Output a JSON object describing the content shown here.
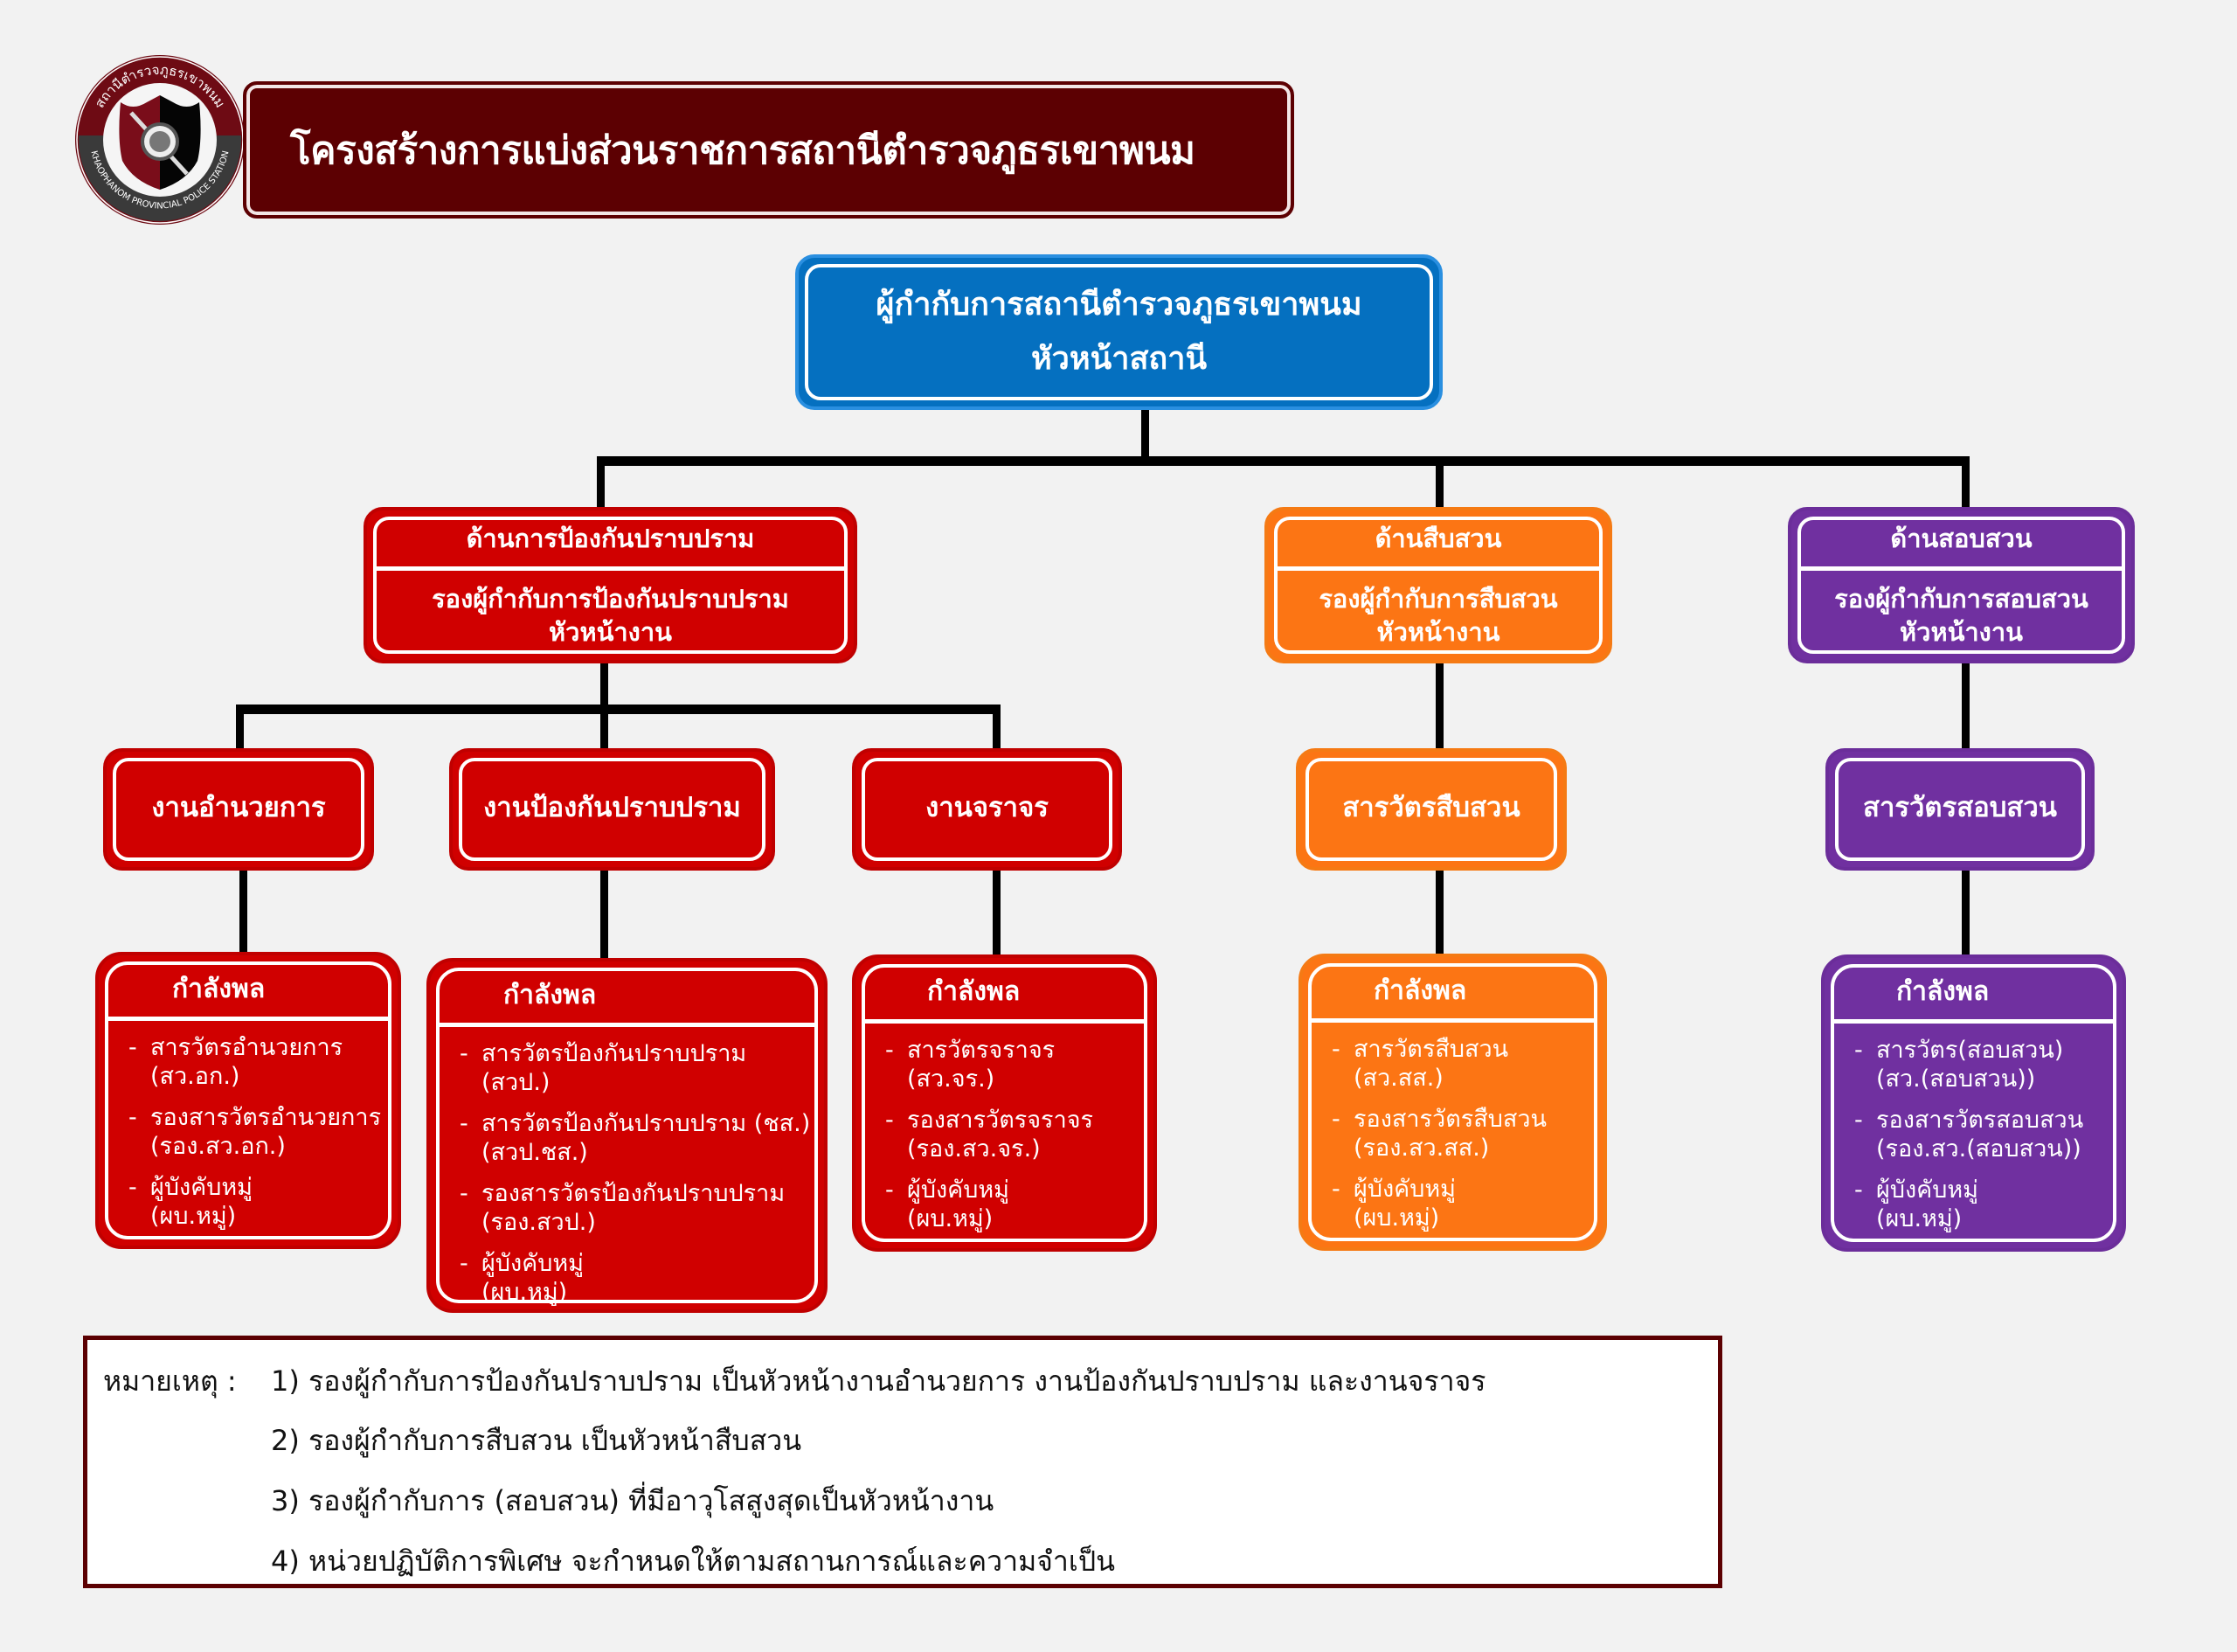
{
  "header": {
    "title": "โครงสร้างการแบ่งส่วนราชการสถานีตำรวจภูธรเขาพนม",
    "logo": {
      "icon": "police-station-emblem",
      "text_thai": "สถานีตำรวจภูธรเขาพนม",
      "text_english": "KHAOPHANOM PROVINCIAL POLICE STATION"
    }
  },
  "chief": {
    "line1": "ผู้กำกับการสถานีตำรวจภูธรเขาพนม",
    "line2": "หัวหน้าสถานี",
    "color": "#0570c0"
  },
  "departments": [
    {
      "name": "ด้านการป้องกันปราบปราม",
      "deputy": "รองผู้กำกับการป้องกันปราบปราม",
      "role": "หัวหน้างาน",
      "color": "#d00000",
      "units": [
        {
          "name": "งานอำนวยการ",
          "force_title": "กำลังพล",
          "personnel": [
            {
              "title": "สารวัตรอำนวยการ",
              "abbr": "(สว.อก.)"
            },
            {
              "title": "รองสารวัตรอำนวยการ",
              "abbr": "(รอง.สว.อก.)"
            },
            {
              "title": "ผู้บังคับหมู่",
              "abbr": "(ผบ.หมู่)"
            }
          ]
        },
        {
          "name": "งานป้องกันปราบปราม",
          "force_title": "กำลังพล",
          "personnel": [
            {
              "title": "สารวัตรป้องกันปราบปราม",
              "abbr": "(สวป.)"
            },
            {
              "title": "สารวัตรป้องกันปราบปราม (ชส.)",
              "abbr": "(สวป.ชส.)"
            },
            {
              "title": "รองสารวัตรป้องกันปราบปราม",
              "abbr": "(รอง.สวป.)"
            },
            {
              "title": "ผู้บังคับหมู่",
              "abbr": "(ผบ.หมู่)"
            }
          ]
        },
        {
          "name": "งานจราจร",
          "force_title": "กำลังพล",
          "personnel": [
            {
              "title": "สารวัตรจราจร",
              "abbr": "(สว.จร.)"
            },
            {
              "title": "รองสารวัตรจราจร",
              "abbr": "(รอง.สว.จร.)"
            },
            {
              "title": "ผู้บังคับหมู่",
              "abbr": "(ผบ.หมู่)"
            }
          ]
        }
      ]
    },
    {
      "name": "ด้านสืบสวน",
      "deputy": "รองผู้กำกับการสืบสวน",
      "role": "หัวหน้างาน",
      "color": "#fc7514",
      "units": [
        {
          "name": "สารวัตรสืบสวน",
          "force_title": "กำลังพล",
          "personnel": [
            {
              "title": "สารวัตรสืบสวน",
              "abbr": "(สว.สส.)"
            },
            {
              "title": "รองสารวัตรสืบสวน",
              "abbr": "(รอง.สว.สส.)"
            },
            {
              "title": "ผู้บังคับหมู่",
              "abbr": "(ผบ.หมู่)"
            }
          ]
        }
      ]
    },
    {
      "name": "ด้านสอบสวน",
      "deputy": "รองผู้กำกับการสอบสวน",
      "role": "หัวหน้างาน",
      "color": "#7030a0",
      "units": [
        {
          "name": "สารวัตรสอบสวน",
          "force_title": "กำลังพล",
          "personnel": [
            {
              "title": "สารวัตร(สอบสวน)",
              "abbr": "(สว.(สอบสวน))"
            },
            {
              "title": "รองสารวัตรสอบสวน",
              "abbr": "(รอง.สว.(สอบสวน))"
            },
            {
              "title": "ผู้บังคับหมู่",
              "abbr": "(ผบ.หมู่)"
            }
          ]
        }
      ]
    }
  ],
  "bullet": "-",
  "notes": {
    "label": "หมายเหตุ :",
    "items": [
      "1)  รองผู้กำกับการป้องกันปราบปราม  เป็นหัวหน้างานอำนวยการ  งานป้องกันปราบปราม  และงานจราจร",
      "2)  รองผู้กำกับการสืบสวน  เป็นหัวหน้าสืบสวน",
      "3)  รองผู้กำกับการ  (สอบสวน)  ที่มีอาวุโสสูงสุดเป็นหัวหน้างาน",
      "4)  หน่วยปฏิบัติการพิเศษ  จะกำหนดให้ตามสถานการณ์และความจำเป็น"
    ]
  }
}
